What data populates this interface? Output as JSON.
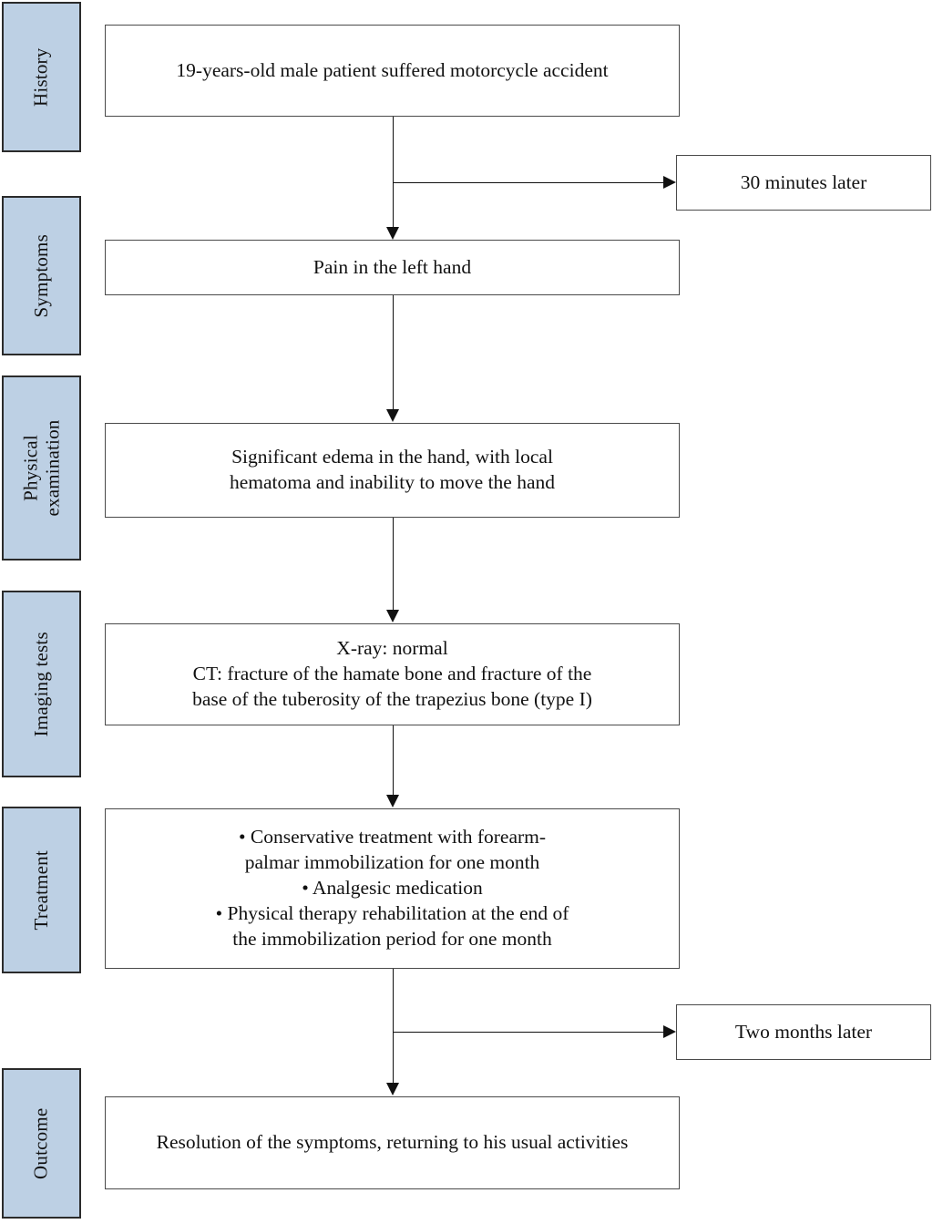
{
  "figure": {
    "type": "clinical-timeline-flowchart",
    "orientation": "vertical",
    "accent_color": "#bdd0e4",
    "border_color": "#2b2b2b",
    "line_color": "#111111",
    "background": "#ffffff"
  },
  "stages": [
    {
      "id": "history",
      "label": "History"
    },
    {
      "id": "symptoms",
      "label": "Symptoms"
    },
    {
      "id": "physical-examination",
      "label": "Physical\nexamination"
    },
    {
      "id": "imaging-tests",
      "label": "Imaging tests"
    },
    {
      "id": "treatment",
      "label": "Treatment"
    },
    {
      "id": "outcome",
      "label": "Outcome"
    }
  ],
  "nodes": [
    {
      "id": "history-node",
      "stage": "history",
      "text": "19-years-old male patient suffered motorcycle accident"
    },
    {
      "id": "symptoms-node",
      "stage": "symptoms",
      "text": "Pain in the left hand"
    },
    {
      "id": "physical-examination-node",
      "stage": "physical-examination",
      "text": "Significant edema in the hand, with local\nhematoma and inability to move the hand"
    },
    {
      "id": "imaging-tests-node",
      "stage": "imaging-tests",
      "text": "X-ray: normal\nCT: fracture of the hamate bone and fracture of the\nbase of the tuberosity of the trapezius bone (type I)"
    },
    {
      "id": "treatment-node",
      "stage": "treatment",
      "text": "• Conservative treatment with forearm-\npalmar immobilization for one month\n• Analgesic medication\n• Physical therapy rehabilitation at the end of\nthe immobilization period for one month"
    },
    {
      "id": "outcome-node",
      "stage": "outcome",
      "text": "Resolution of the symptoms, returning to his usual activities"
    }
  ],
  "time_markers": [
    {
      "id": "time-marker-30-minutes",
      "text": "30 minutes later",
      "after": "history-node"
    },
    {
      "id": "time-marker-two-months",
      "text": "Two months later",
      "after": "treatment-node"
    }
  ],
  "connectors": [
    {
      "from": "history-node",
      "to": "symptoms-node",
      "kind": "arrow-down"
    },
    {
      "from": "history-node",
      "to": "time-marker-30-minutes",
      "kind": "arrow-right"
    },
    {
      "from": "symptoms-node",
      "to": "physical-examination-node",
      "kind": "arrow-down"
    },
    {
      "from": "physical-examination-node",
      "to": "imaging-tests-node",
      "kind": "arrow-down"
    },
    {
      "from": "imaging-tests-node",
      "to": "treatment-node",
      "kind": "arrow-down"
    },
    {
      "from": "treatment-node",
      "to": "time-marker-two-months",
      "kind": "arrow-right"
    },
    {
      "from": "treatment-node",
      "to": "outcome-node",
      "kind": "arrow-down"
    }
  ]
}
